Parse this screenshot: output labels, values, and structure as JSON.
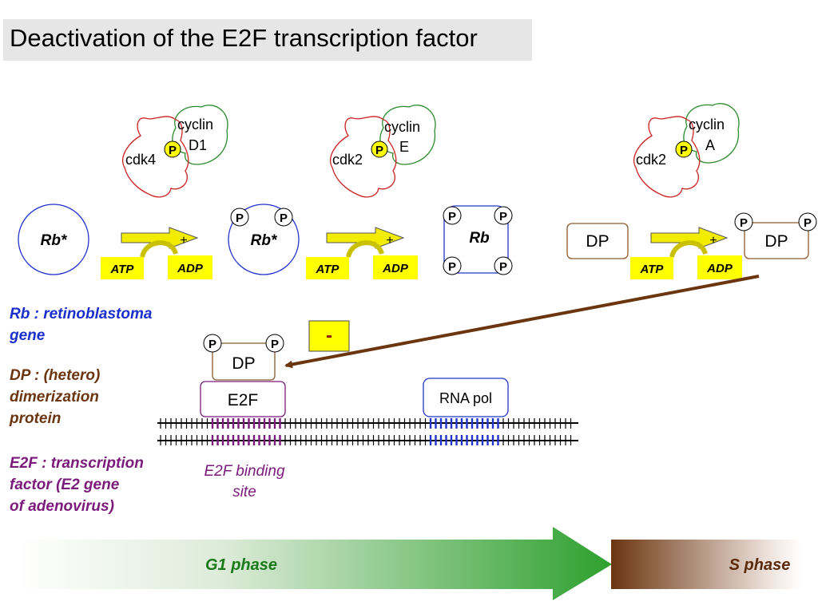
{
  "title": "Deactivation of the E2F transcription factor",
  "complexes": [
    {
      "cdk": "cdk4",
      "cyclin_line1": "cyclin",
      "cyclin_line2": "D1",
      "phospho": "P"
    },
    {
      "cdk": "cdk2",
      "cyclin_line1": "cyclin",
      "cyclin_line2": "E",
      "phospho": "P"
    },
    {
      "cdk": "cdk2",
      "cyclin_line1": "cyclin",
      "cyclin_line2": "A",
      "phospho": "P"
    }
  ],
  "reactions": [
    {
      "input": "ATP",
      "output": "ADP",
      "plus": "+"
    },
    {
      "input": "ATP",
      "output": "ADP",
      "plus": "+"
    },
    {
      "input": "ATP",
      "output": "ADP",
      "plus": "+"
    }
  ],
  "proteins": {
    "rb_star": "Rb*",
    "rb": "Rb",
    "dp": "DP",
    "e2f": "E2F",
    "rna_pol": "RNA pol",
    "phosphate": "P"
  },
  "inhibition": "-",
  "binding_site": {
    "line1": "E2F binding",
    "line2": "site"
  },
  "legend": {
    "rb": [
      "Rb : retinoblastoma",
      "gene"
    ],
    "dp": [
      "DP : (hetero)",
      "dimerization",
      "protein"
    ],
    "e2f": [
      "E2F : transcription",
      "factor (E2 gene",
      "of adenovirus)"
    ]
  },
  "phases": {
    "g1": "G1 phase",
    "s": "S phase"
  },
  "colors": {
    "cdk_outline": "#cc2222",
    "cyclin_outline": "#2a8a2a",
    "phosphate_fill": "#ffff00",
    "rb_outline": "#2233cc",
    "dp_outline": "#8b5a2b",
    "e2f_outline": "#7a1a7a",
    "arrow_yellow": "#f2ec00",
    "atp_fill": "#ffff00",
    "inhibition_arrow": "#6b3510",
    "legend_rb": "#1a2fcc",
    "legend_dp": "#6b3510",
    "legend_e2f": "#7a1a7a",
    "g1_text": "#1a7a1a",
    "s_text": "#5a2a0a",
    "g1_arrow": "#1f9a1f",
    "s_bar": "#6b3510"
  }
}
